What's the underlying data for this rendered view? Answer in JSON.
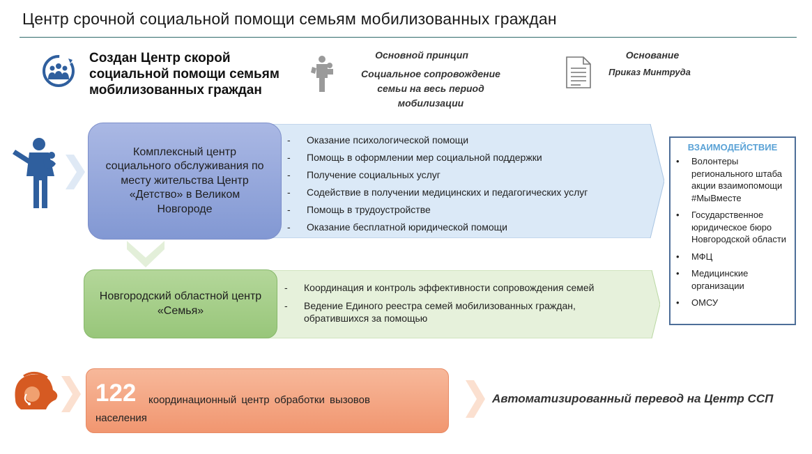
{
  "header": {
    "title": "Центр срочной социальной помощи семьям мобилизованных граждан"
  },
  "created": {
    "text": "Создан Центр скорой социальной помощи семьям мобилизованных граждан"
  },
  "principle": {
    "heading": "Основной принцип",
    "body": "Социальное сопровождение семьи на весь период мобилизации"
  },
  "basis": {
    "heading": "Основание",
    "body": "Приказ Минтруда"
  },
  "blue_block": {
    "center_name": "Комплексный центр социального обслуживания по месту жительства Центр «Детство» в Великом Новгороде",
    "services": [
      "Оказание психологической помощи",
      "Помощь в оформлении мер социальной поддержки",
      "Получение социальных услуг",
      "Содействие в получении медицинских и педагогических услуг",
      "Помощь в трудоустройстве",
      "Оказание бесплатной юридической помощи"
    ]
  },
  "green_block": {
    "center_name": "Новгородский областной центр «Семья»",
    "functions": [
      "Координация и контроль эффективности сопровождения семей",
      "Ведение Единого реестра семей мобилизованных граждан, обратившихся за помощью"
    ]
  },
  "interaction": {
    "heading": "ВЗАИМОДЕЙСТВИЕ",
    "items": [
      "Волонтеры регионального штаба акции взаимопомощи #МыВместе",
      "Государственное юридическое бюро Новгородской области",
      "МФЦ",
      "Медицинские организации",
      "ОМСУ"
    ]
  },
  "hotline": {
    "number": "122",
    "line1": "координационный центр обработки вызовов",
    "line2": "населения",
    "auto_transfer": "Автоматизированный перевод на Центр ССП"
  },
  "colors": {
    "blue_box": "#8f a3d9",
    "blue_panel": "#dbe9f7",
    "green_box": "#a6cf8a",
    "green_panel": "#e6f1db",
    "orange_box": "#f4a07c",
    "interaction_border": "#4d6e98",
    "interaction_heading": "#5aa2d6",
    "icon_blue": "#2f5f9e"
  },
  "icons": [
    "family-group-icon",
    "parent-with-child-icon",
    "document-icon",
    "mother-with-baby-icon",
    "call-center-operator-icon"
  ]
}
